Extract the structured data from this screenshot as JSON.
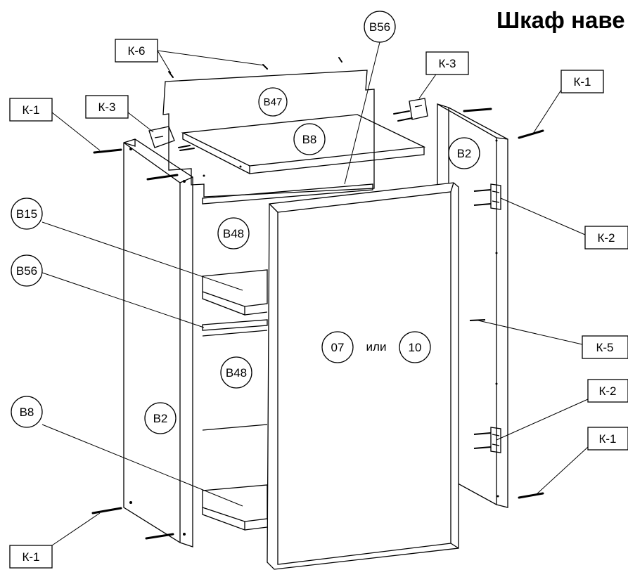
{
  "title": "Шкаф наве",
  "parts": {
    "b56_top": "В56",
    "b47": "В47",
    "b8_top": "В8",
    "b2_right": "В2",
    "b15": "В15",
    "b48_upper": "В48",
    "b56_mid": "В56",
    "door_a": "07",
    "door_or": "или",
    "door_b": "10",
    "b48_lower": "В48",
    "b8_bottom": "В8",
    "b2_left": "В2"
  },
  "fittings": {
    "k6": "К-6",
    "k3_left": "К-3",
    "k3_right": "К-3",
    "k1_top_left": "К-1",
    "k1_top_right": "К-1",
    "k2_upper": "К-2",
    "k5": "К-5",
    "k2_lower": "К-2",
    "k1_bottom_right": "К-1",
    "k1_bottom_left": "К-1"
  }
}
